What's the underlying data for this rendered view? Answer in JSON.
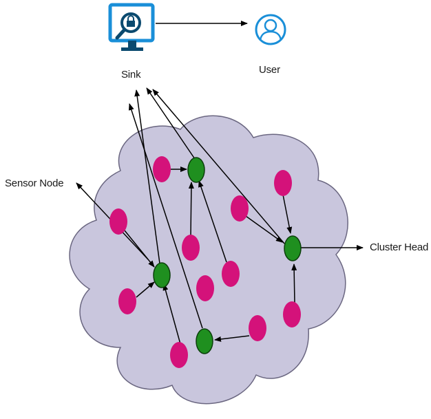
{
  "labels": {
    "sink": "Sink",
    "user": "User",
    "sensor_node": "Sensor Node",
    "cluster_head": "Cluster Head"
  },
  "colors": {
    "cloud_fill": "#c9c6dd",
    "cloud_stroke": "#6a6680",
    "sensor_node": "#d4127a",
    "cluster_head": "#1f8f1f",
    "cluster_head_stroke": "#0b3f0b",
    "icon_blue": "#1a8fd8",
    "icon_dark": "#0b4a6f",
    "arrow": "#000000"
  },
  "icons": {
    "sink": "monitor-with-lock-magnifier-icon",
    "user": "user-avatar-icon"
  }
}
